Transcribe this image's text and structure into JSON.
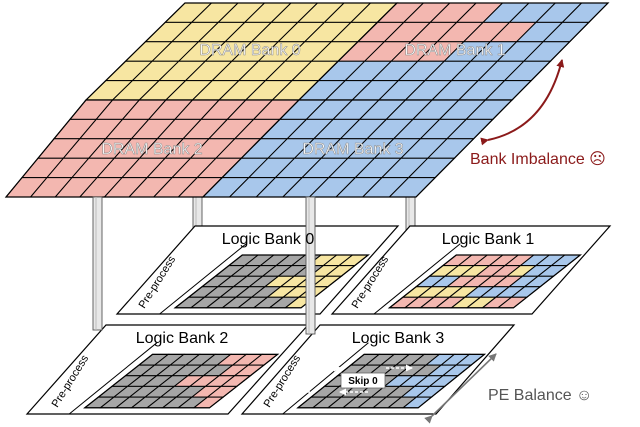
{
  "colors": {
    "yellow": "#f7e6a2",
    "pink": "#f3b7b0",
    "blue": "#a8c7eb",
    "gray": "#a6a6a6",
    "imbalance": "#8b1a1a",
    "balance": "#666666"
  },
  "dram_banks": [
    {
      "label": "DRAM Bank 0"
    },
    {
      "label": "DRAM Bank 1"
    },
    {
      "label": "DRAM Bank 2"
    },
    {
      "label": "DRAM Bank 3"
    }
  ],
  "logic_banks": [
    {
      "label": "Logic Bank 0",
      "preprocess": "Pre-process"
    },
    {
      "label": "Logic Bank 1",
      "preprocess": "Pre-process"
    },
    {
      "label": "Logic Bank 2",
      "preprocess": "Pre-process"
    },
    {
      "label": "Logic Bank 3",
      "preprocess": "Pre-process"
    }
  ],
  "annotations": {
    "bank_imbalance": "Bank Imbalance ☹",
    "pe_balance": "PE Balance ☺",
    "skip": "Skip 0"
  },
  "icons": [
    "curved-double-arrow-icon",
    "diagonal-double-arrow-icon",
    "dashed-arrow-icon"
  ]
}
